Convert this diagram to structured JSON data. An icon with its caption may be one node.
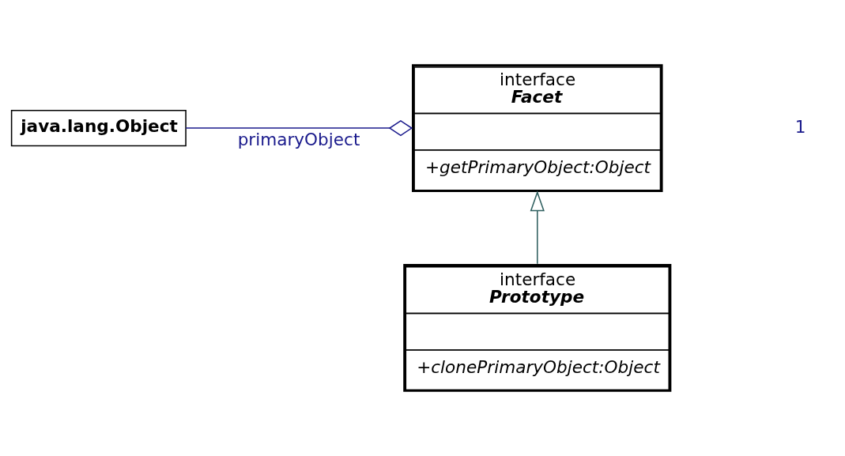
{
  "diagram": {
    "nodes": [
      {
        "text": [
          "java.lang.Object"
        ]
      },
      {
        "text": [
          "interface",
          "Facet",
          "+getPrimaryObject:Object"
        ]
      },
      {
        "text": [
          "interface",
          "Prototype",
          "+clonePrimaryObject:Object"
        ]
      }
    ],
    "edges": [
      {
        "from": 0,
        "to": 1,
        "arrow": "other",
        "label": "primaryObject",
        "color": "#1a1a8c"
      },
      {
        "from": 2,
        "to": 1,
        "arrow": "to",
        "color": "#2f5f5f"
      }
    ],
    "labels": [
      "1"
    ]
  }
}
